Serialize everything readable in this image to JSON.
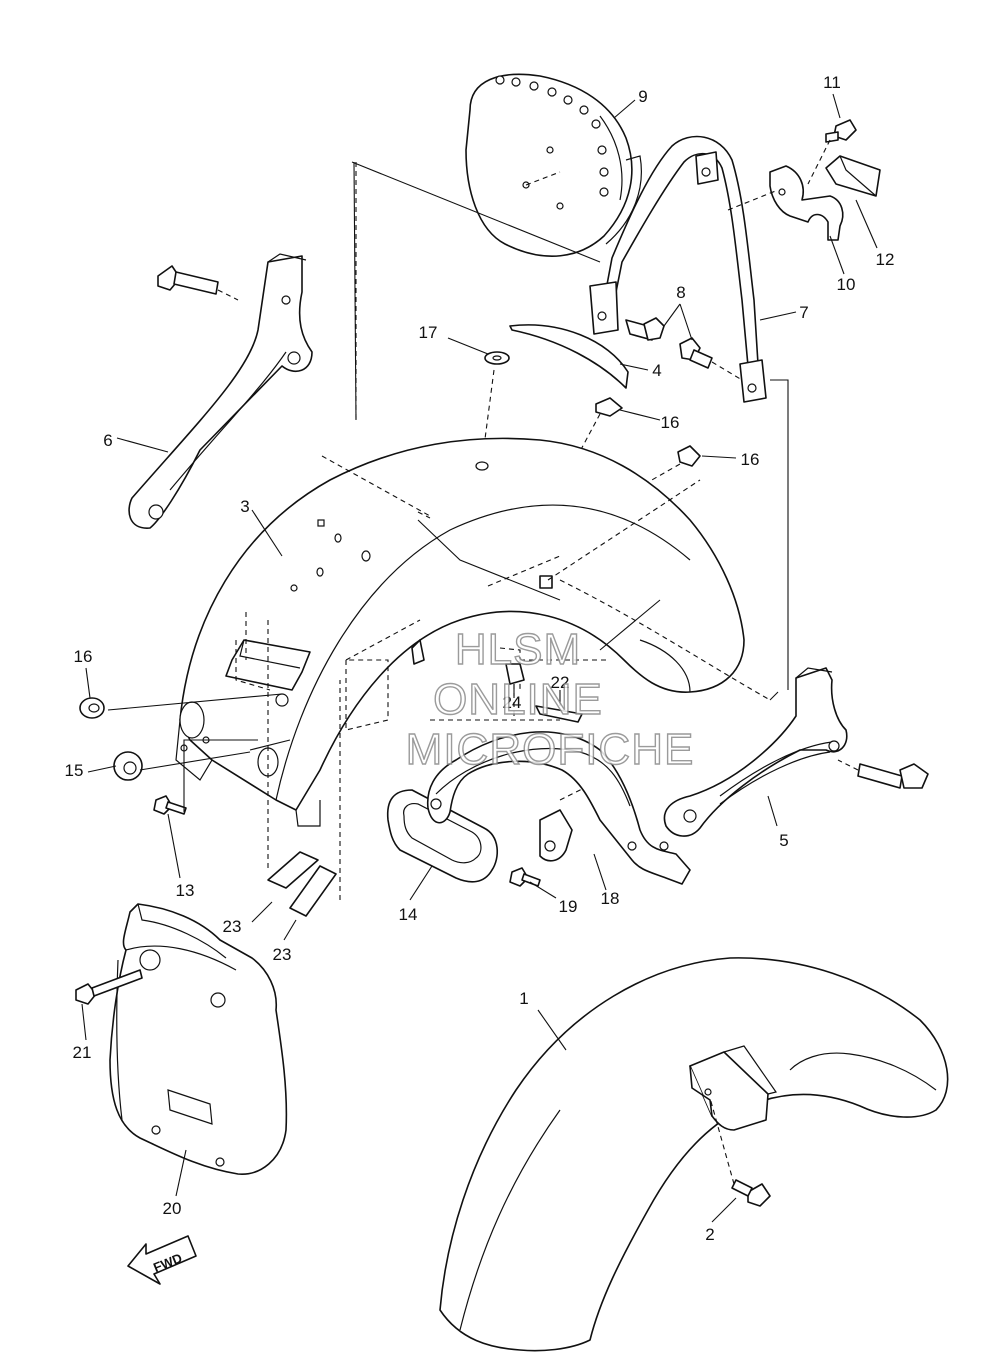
{
  "part_labels": [
    "1",
    "2",
    "3",
    "4",
    "5",
    "6",
    "7",
    "8",
    "9",
    "10",
    "11",
    "12",
    "13",
    "14",
    "15",
    "16",
    "16",
    "16",
    "17",
    "18",
    "19",
    "20",
    "21",
    "22",
    "23",
    "23",
    "24"
  ],
  "watermark": {
    "line1": "HLSM",
    "line2": "ONLINE",
    "line3": "MICROFICHE"
  },
  "direction_arrow": {
    "label": "FWD",
    "icon": "forward-arrow-icon"
  }
}
